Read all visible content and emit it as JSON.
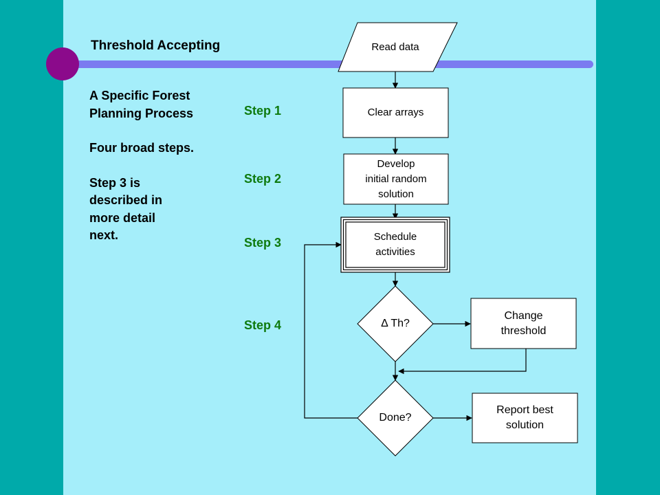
{
  "slide": {
    "title": "Threshold Accepting",
    "intro": {
      "line1": "A Specific Forest",
      "line2": "Planning Process",
      "line3": "Four broad steps.",
      "line4": "Step 3 is",
      "line5": "described in",
      "line6": "more detail",
      "line7": "next."
    },
    "steps": [
      "Step 1",
      "Step 2",
      "Step 3",
      "Step 4"
    ]
  },
  "flowchart": {
    "read_data": "Read data",
    "clear_arrays": "Clear arrays",
    "develop_l1": "Develop",
    "develop_l2": "initial random",
    "develop_l3": "solution",
    "schedule_l1": "Schedule",
    "schedule_l2": "activities",
    "delta_th": "Δ Th?",
    "change_l1": "Change",
    "change_l2": "threshold",
    "done": "Done?",
    "report_l1": "Report best",
    "report_l2": "solution"
  },
  "colors": {
    "background": "#00AAAA",
    "panel": "#A5EEFA",
    "accent_bar": "#7B7BF0",
    "bullet_circle": "#8B0A8B",
    "step_text": "#0E7A0E"
  }
}
